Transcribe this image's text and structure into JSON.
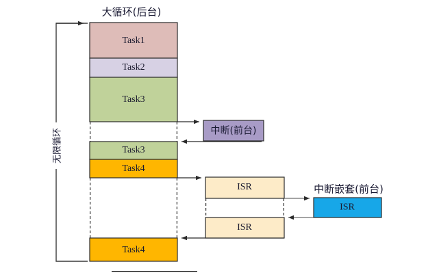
{
  "diagram": {
    "title_top": "大循环(后台)",
    "vertical_label": "无限循环",
    "interrupt_label": "中断(前台)",
    "nested_interrupt_label": "中断嵌套(前台)",
    "background_tasks": [
      {
        "label": "Task1",
        "color": "#debcb8"
      },
      {
        "label": "Task2",
        "color": "#d7d1e4"
      },
      {
        "label": "Task3",
        "color": "#c0d29a"
      },
      {
        "label": "Task3",
        "color": "#c0d29a"
      },
      {
        "label": "Task4",
        "color": "#ffb600"
      },
      {
        "label": "Task4",
        "color": "#ffb600"
      }
    ],
    "isr_boxes": [
      {
        "label": "ISR",
        "color": "#fdebc8"
      },
      {
        "label": "ISR",
        "color": "#fdebc8"
      }
    ],
    "nested_isr": {
      "label": "ISR",
      "color": "#17a7e8"
    },
    "interrupt_box": {
      "label": "中断(前台)",
      "color": "#a89bc6"
    },
    "colors": {
      "task1": "#debcb8",
      "task2": "#d7d1e4",
      "task3": "#c0d29a",
      "task4": "#ffb600",
      "isr": "#fdebc8",
      "nested_isr": "#17a7e8",
      "interrupt": "#a89bc6",
      "stroke": "#2b2b2b",
      "background": "#ffffff"
    }
  }
}
